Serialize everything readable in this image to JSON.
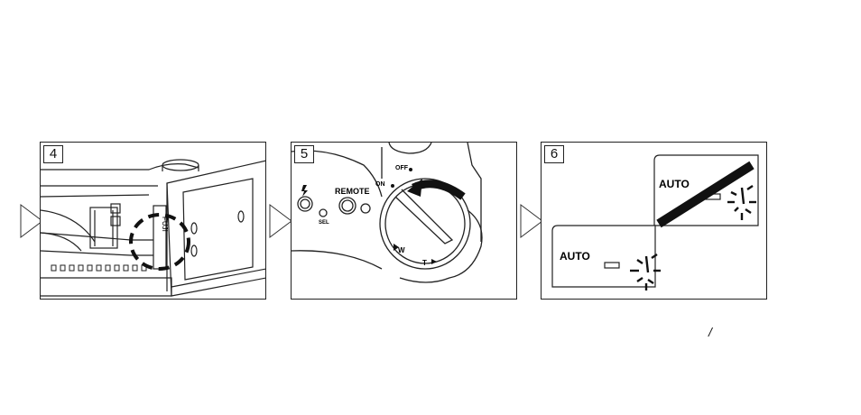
{
  "steps": [
    {
      "number": "4",
      "film_label": "FUJI"
    },
    {
      "number": "5",
      "off_label": "OFF",
      "on_label": "ON",
      "remote_label": "REMOTE",
      "self_timer_label": "SEL",
      "wide_label": "W",
      "tele_label": "T"
    },
    {
      "number": "6",
      "lcd_top_mode": "AUTO",
      "lcd_bottom_mode": "AUTO"
    }
  ],
  "stray_mark": "/",
  "icons": [
    "right-arrow-icon",
    "flash-icon",
    "self-timer-icon",
    "battery-icon"
  ]
}
